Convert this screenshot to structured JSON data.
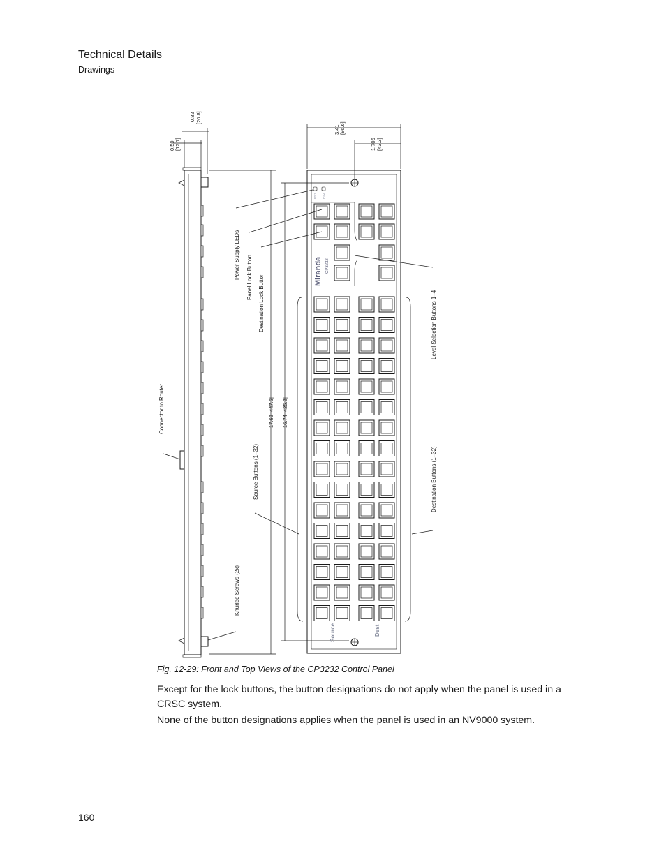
{
  "header": {
    "title": "Technical Details",
    "subtitle": "Drawings"
  },
  "figure": {
    "caption": "Fig. 12-29: Front and Top Views of the CP3232 Control Panel",
    "dimensions": {
      "d050": "0.50",
      "d050_mm": "[12.7]",
      "d082": "0.82",
      "d082_mm": "[20.8]",
      "d341": "3.41",
      "d341_mm": "[86.6]",
      "d1705": "1.705",
      "d1705_mm": "[43.3]",
      "d1762": "17.62 [447.5]",
      "d1674": "16.74 [425.2]"
    },
    "callouts": {
      "connector": "Connector to Router",
      "screws": "Knurled Screws (2x)",
      "leds": "Power Supply LEDs",
      "panel_lock": "Panel Lock Button",
      "dest_lock": "Destination Lock Button",
      "source_buttons": "Source Buttons (1–32)",
      "level_buttons": "Level Selection Buttons 1–4",
      "dest_buttons": "Destination Buttons (1–32)"
    },
    "panel": {
      "brand": "Miranda",
      "model": "CP3232",
      "ps1": "PS1",
      "ps2": "PS2",
      "source_label": "Source",
      "dest_label": "Dest"
    }
  },
  "body": {
    "p1": "Except for the lock buttons, the button designations do not apply when the panel is used in a CRSC system.",
    "p2": "None of the button designations applies when the panel is used in an NV9000 system."
  },
  "footer": {
    "page_number": "160"
  }
}
